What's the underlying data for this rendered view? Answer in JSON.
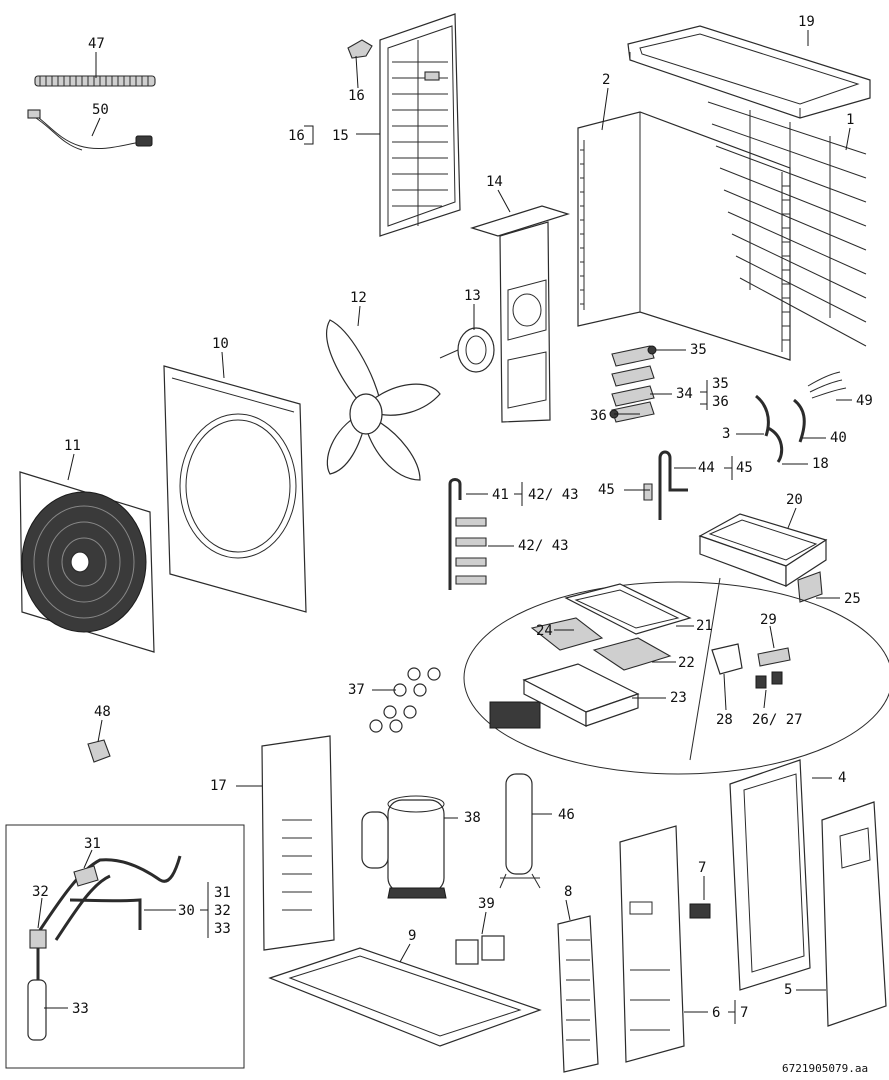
{
  "diagram": {
    "labels": {
      "p1": "1",
      "p2": "2",
      "p3": "3",
      "p4": "4",
      "p5": "5",
      "p6": "6",
      "p7": "7",
      "p8": "8",
      "p9": "9",
      "p10": "10",
      "p11": "11",
      "p12": "12",
      "p13": "13",
      "p14": "14",
      "p15": "15",
      "p16": "16",
      "p17": "17",
      "p18": "18",
      "p19": "19",
      "p20": "20",
      "p21": "21",
      "p22": "22",
      "p23": "23",
      "p24": "24",
      "p25": "25",
      "p26_27": "26/ 27",
      "p28": "28",
      "p29": "29",
      "p30": "30",
      "p31": "31",
      "p32": "32",
      "p33": "33",
      "p34": "34",
      "p35": "35",
      "p36": "36",
      "p37": "37",
      "p38": "38",
      "p39": "39",
      "p40": "40",
      "p41": "41",
      "p42_43": "42/ 43",
      "p44": "44",
      "p45": "45",
      "p46": "46",
      "p47": "47",
      "p48": "48",
      "p49": "49",
      "p50": "50"
    },
    "refs": {
      "r15_16": "16",
      "r34_35": "35",
      "r34_36": "36",
      "r44_45": "45",
      "r41_42_43": "42/ 43",
      "r30_31": "31",
      "r30_32": "32",
      "r30_33": "33",
      "r6_7": "7"
    },
    "figure_code": "6721905079.aa"
  },
  "colors": {
    "line": "#2b2b2b",
    "fill_grey": "#cfcfcf",
    "fill_dark": "#3a3a3a",
    "background": "#ffffff"
  },
  "icons": {
    "fan_grille": "spiral-grille-icon",
    "fan_blade": "propeller-icon",
    "compressor": "compressor-icon"
  }
}
